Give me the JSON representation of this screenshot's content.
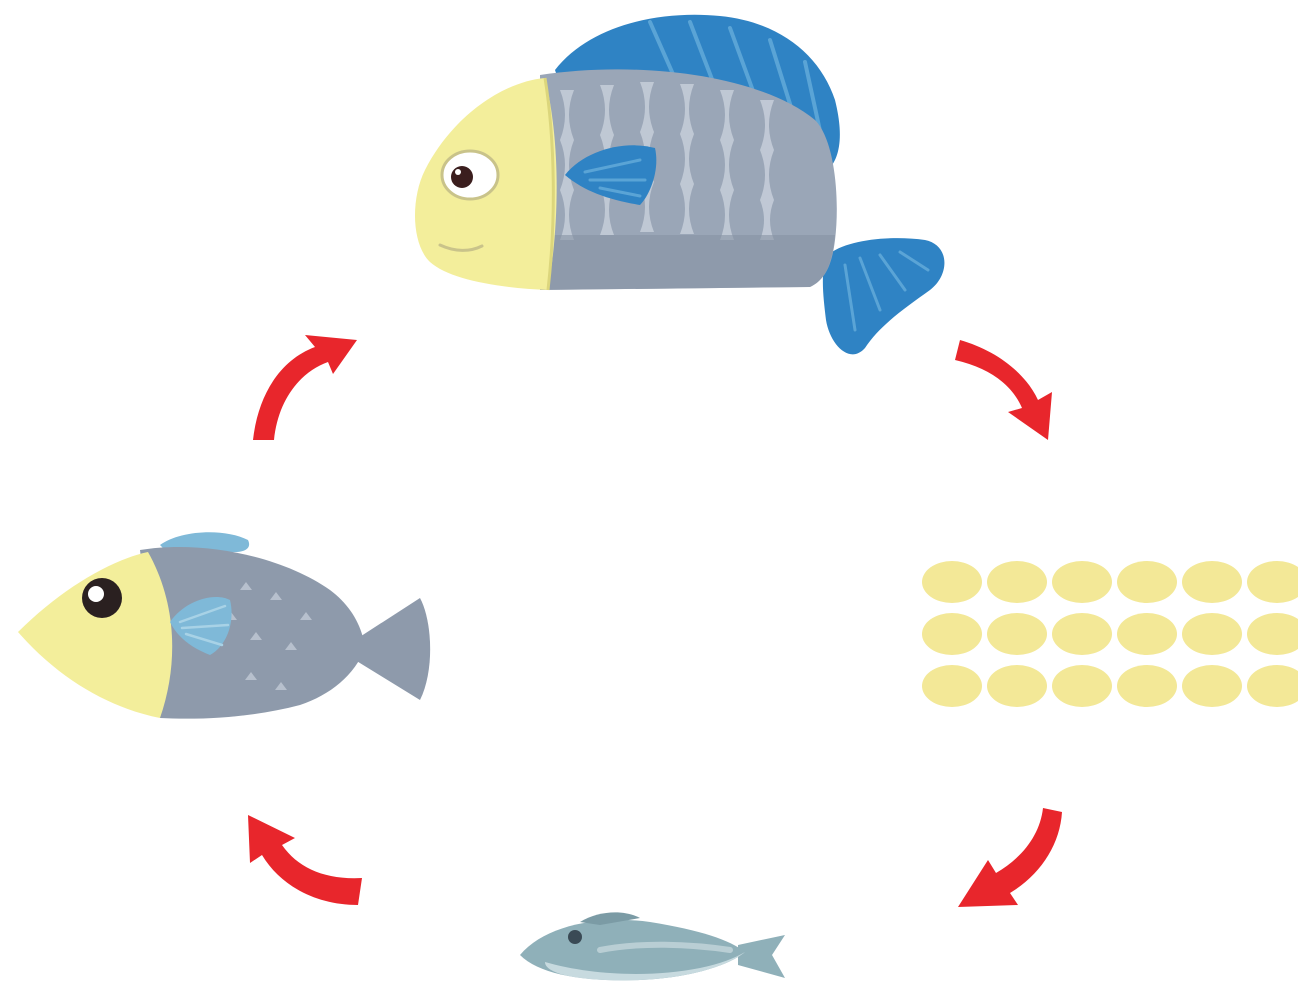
{
  "diagram": {
    "kind": "fish-life-cycle",
    "stages": [
      {
        "name": "adult-fish"
      },
      {
        "name": "eggs"
      },
      {
        "name": "fry"
      },
      {
        "name": "juvenile-fish"
      }
    ],
    "arrows": [
      {
        "from": "adult-fish",
        "to": "eggs"
      },
      {
        "from": "eggs",
        "to": "fry"
      },
      {
        "from": "fry",
        "to": "juvenile-fish"
      },
      {
        "from": "juvenile-fish",
        "to": "adult-fish"
      }
    ],
    "colors": {
      "background": "#ffffff",
      "arrow": "#e8262c",
      "fish_head": "#f3ee9b",
      "fish_body": "#97a3b3",
      "fish_fin": "#2f83c4",
      "egg": "#f3e897",
      "fry_body": "#8fb0b9"
    },
    "eggs": {
      "rows": 3,
      "cols": 6
    }
  }
}
